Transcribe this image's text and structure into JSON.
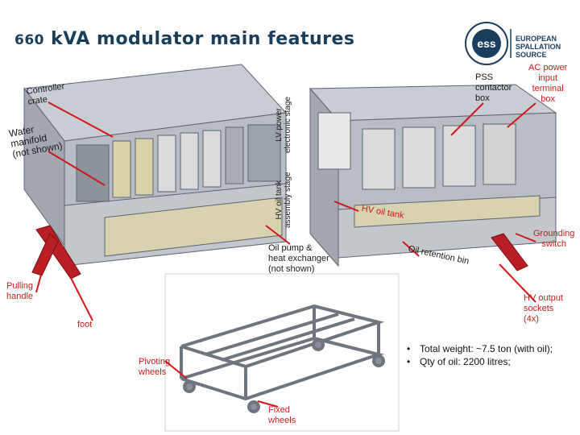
{
  "title": {
    "number": "660",
    "text": "kVA modulator main features"
  },
  "logo": {
    "line1": "EUROPEAN",
    "line2": "SPALLATION",
    "line3": "SOURCE"
  },
  "labels": {
    "controller_crate": [
      "Controller",
      "crate"
    ],
    "water_manifold": [
      "Water",
      "manifold",
      "(not shown)"
    ],
    "lv_power": [
      "LV power",
      "electronic stage"
    ],
    "hv_oil_tank_assembly": [
      "HV oil tank",
      "assembly stage"
    ],
    "pss_contactor": [
      "PSS",
      "contactor",
      "box"
    ],
    "ac_power": [
      "AC power",
      "input",
      "terminal",
      "box"
    ],
    "hv_oil_tank": "HV oil tank",
    "oil_pump": [
      "Oil pump &",
      "heat exchanger",
      "(not shown)"
    ],
    "oil_retention_bin": "Oil retention bin",
    "grounding_switch": [
      "Grounding",
      "switch"
    ],
    "pulling_handle": [
      "Pulling",
      "handle"
    ],
    "foot": "foot",
    "hv_output_sockets": [
      "HV output",
      "sockets",
      "(4x)"
    ],
    "pivoting_wheels": [
      "Pivoting",
      "wheels"
    ],
    "fixed_wheels": [
      "Fixed",
      "wheels"
    ]
  },
  "bullets": [
    "Total weight: ~7.5 ton (with oil);",
    "Qty of oil: 2200 litres;"
  ],
  "colors": {
    "title": "#1a3d5c",
    "callout": "#c41e1e",
    "frame": "#8a8f99"
  }
}
